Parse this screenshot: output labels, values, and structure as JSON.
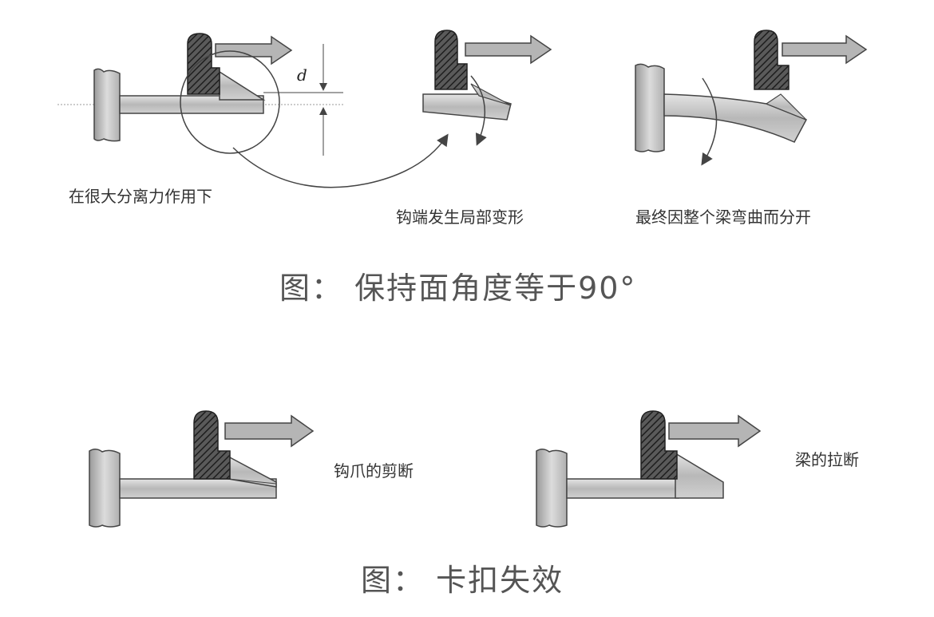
{
  "top_figure": {
    "labels": {
      "stage1": "在很大分离力作用下",
      "stage2": "钩端发生局部变形",
      "stage3": "最终因整个梁弯曲而分开",
      "dimension": "d"
    },
    "caption": "图：  保持面角度等于90°"
  },
  "bottom_figure": {
    "labels": {
      "failure1": "钩爪的剪断",
      "failure2": "梁的拉断"
    },
    "caption": "图：  卡扣失效"
  },
  "colors": {
    "metal": "#c8c8c8",
    "hatch": "#3a3a3a",
    "line": "#444444",
    "arrow": "#b5b5b5"
  }
}
